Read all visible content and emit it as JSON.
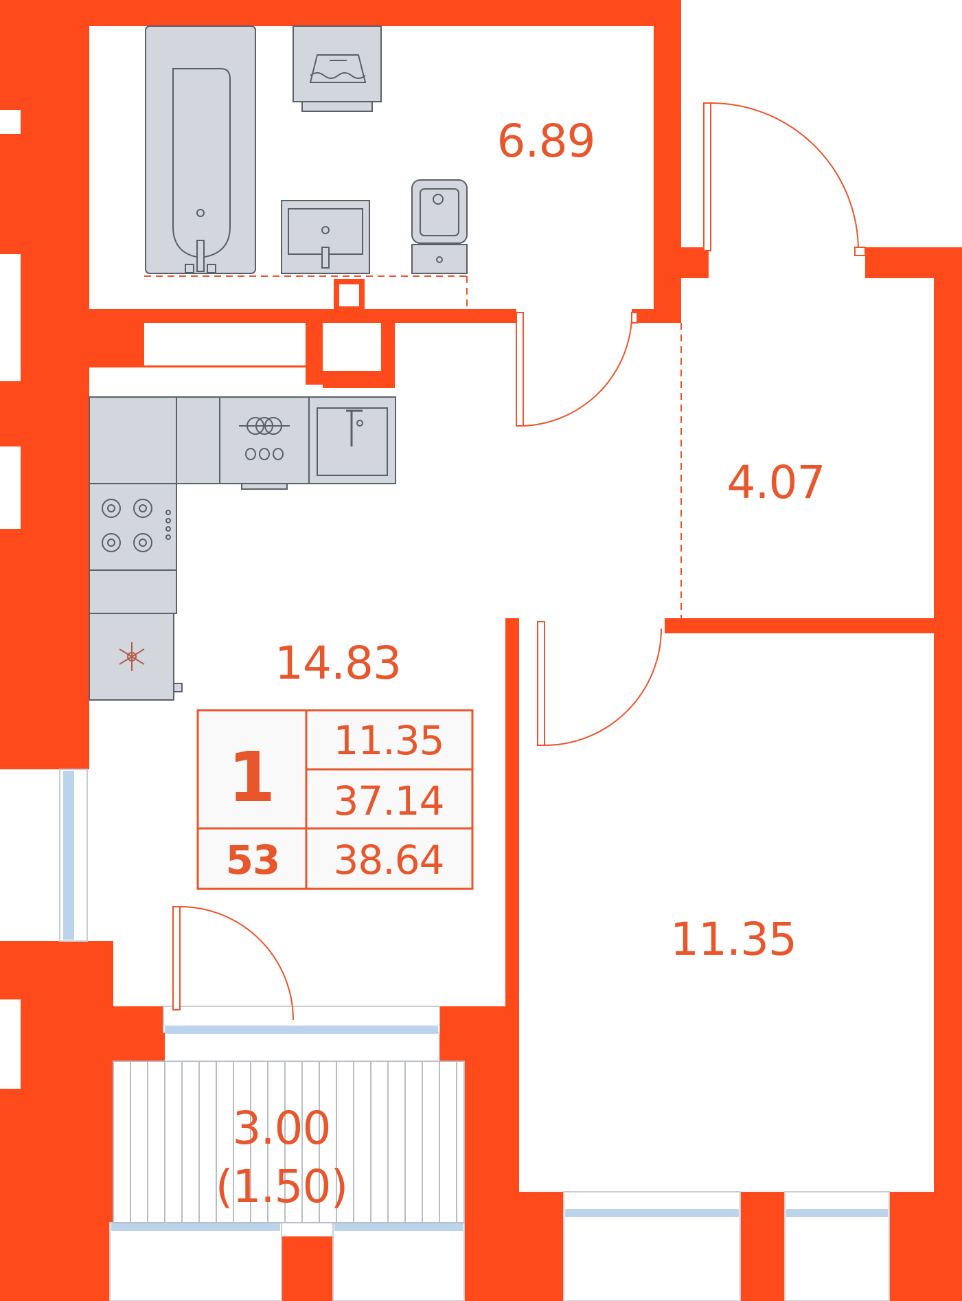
{
  "colors": {
    "wall": "#ff4a1c",
    "fixture_fill": "#d3d7dd",
    "fixture_stroke": "#5a6068",
    "window": "#bcd3ec",
    "window_edge": "#8fb2dc",
    "background": "#ffffff",
    "box_fill": "#f9f9f9"
  },
  "rooms": {
    "bathroom_area": "6.89",
    "hall_area": "4.07",
    "kitchen_living_area": "14.83",
    "bedroom_area": "11.35",
    "balcony_area": "3.00",
    "balcony_area_reduced": "(1.50)"
  },
  "summary": {
    "rooms_count": "1",
    "living_area": "11.35",
    "total_area_no_balcony": "37.14",
    "apartment_number": "53",
    "total_area": "38.64"
  },
  "icons": [
    "bathtub-icon",
    "washing-machine-icon",
    "sink-icon",
    "toilet-icon",
    "dishwasher-icon",
    "kitchen-sink-icon",
    "stove-icon",
    "fridge-icon"
  ]
}
